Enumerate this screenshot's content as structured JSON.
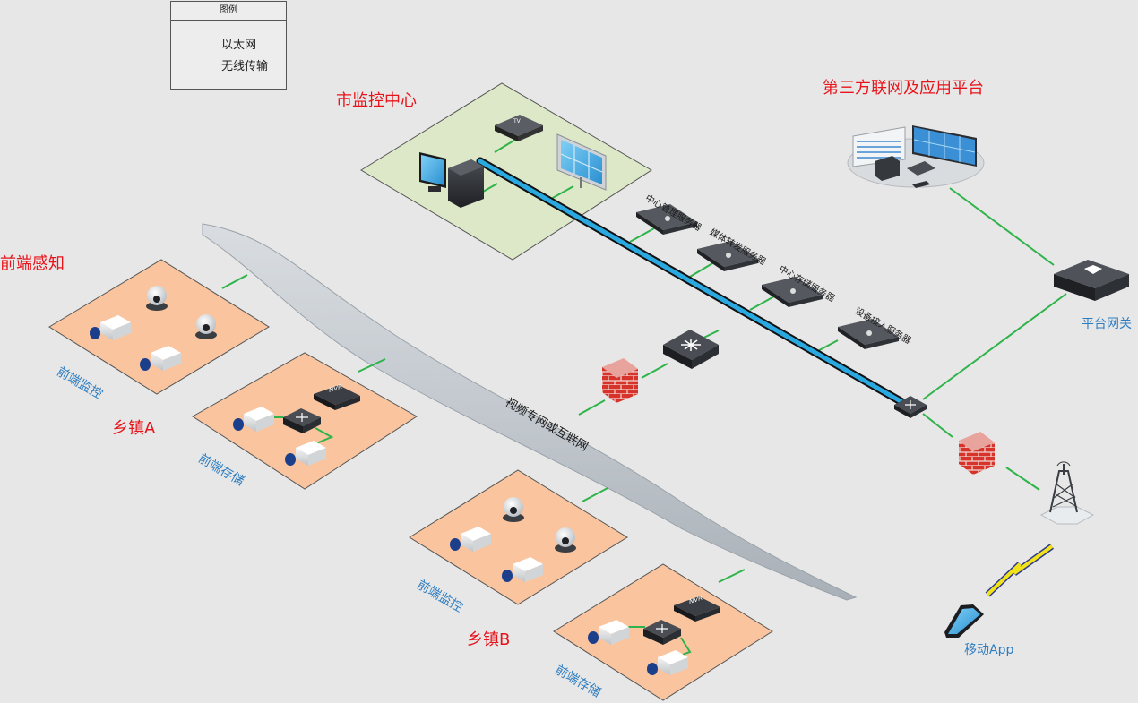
{
  "legend": {
    "title": "图例",
    "items": [
      {
        "label": "以太网",
        "color": "#2fb34a"
      },
      {
        "label": "无线传输",
        "color": "#f2e21c"
      }
    ]
  },
  "labels": {
    "city_center": "市监控中心",
    "third_party": "第三方联网及应用平台",
    "front_sensing": "前端感知",
    "town_a": "乡镇A",
    "town_b": "乡镇B",
    "front_monitor_a": "前端监控",
    "front_storage_a": "前端存储",
    "front_monitor_b": "前端监控",
    "front_storage_b": "前端存储",
    "network": "视频专网或互联网",
    "platform_gateway": "平台网关",
    "mobile_app": "移动App"
  },
  "servers": [
    {
      "label": "中心管理服务器"
    },
    {
      "label": "媒体转发服务器"
    },
    {
      "label": "中心存储服务器"
    },
    {
      "label": "设备接入服务器"
    }
  ],
  "device_text": {
    "nvr": "NVR",
    "nvr_b": "NVR",
    "tv": "TV"
  },
  "colors": {
    "ethernet": "#2fb34a",
    "wireless": "#f2e21c",
    "title_red": "#e8141b",
    "label_blue": "#2d7dc1",
    "zone_front": "#f9c49e",
    "zone_center": "#dde8c8",
    "backbone": "#2aa8e0"
  }
}
